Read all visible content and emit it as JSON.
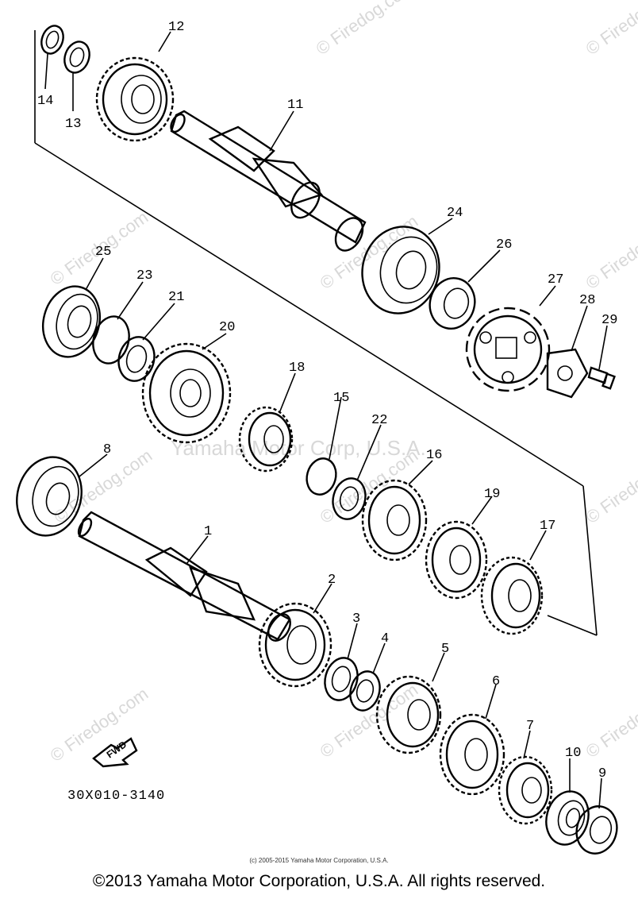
{
  "diagram": {
    "drawing_code": "30X010-3140",
    "direction_label": "FWD",
    "watermark": "© Firedog.com",
    "center_watermark": "Yamaha Motor Corp, U.S.A.",
    "callouts": [
      "1",
      "2",
      "3",
      "4",
      "5",
      "6",
      "7",
      "8",
      "9",
      "10",
      "11",
      "12",
      "13",
      "14",
      "15",
      "16",
      "17",
      "18",
      "19",
      "20",
      "21",
      "22",
      "23",
      "24",
      "25",
      "26",
      "27",
      "28",
      "29"
    ]
  },
  "footer": {
    "fine_print": "(c) 2005-2015 Yamaha Motor Corporation, U.S.A.",
    "copyright": "©2013 Yamaha Motor Corporation, U.S.A. All rights reserved."
  }
}
